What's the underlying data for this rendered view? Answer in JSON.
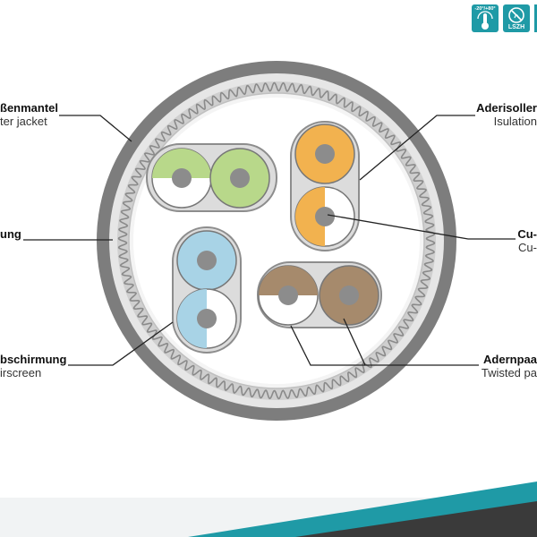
{
  "badges": {
    "temperature": {
      "text": "-20°/+80°",
      "icon": "thermometer-icon"
    },
    "lszh": {
      "text": "LSZH",
      "icon": "no-halogen-icon"
    }
  },
  "labels": {
    "outer_jacket": {
      "de": "ßenmantel",
      "en": "ter jacket"
    },
    "overall_screen": {
      "de": "ung"
    },
    "pair_screen": {
      "de": "bschirmung",
      "en": "irscreen"
    },
    "insulation": {
      "de": "Aderisoller",
      "en": "Isulation"
    },
    "conductor": {
      "de": "Cu-",
      "en": "Cu-"
    },
    "twisted_pair": {
      "de": "Adernpaa",
      "en": "Twisted pa"
    }
  },
  "colors": {
    "jacket": "#7d7d7d",
    "braid": "#bdbdbd",
    "foil": "#d4d4d4",
    "conductor": "#8c8c8c",
    "pair_green": "#b8d88a",
    "pair_orange": "#f2b24f",
    "pair_blue": "#a8d3e6",
    "pair_brown": "#a68a6c",
    "accent_teal": "#1f9aa6"
  }
}
